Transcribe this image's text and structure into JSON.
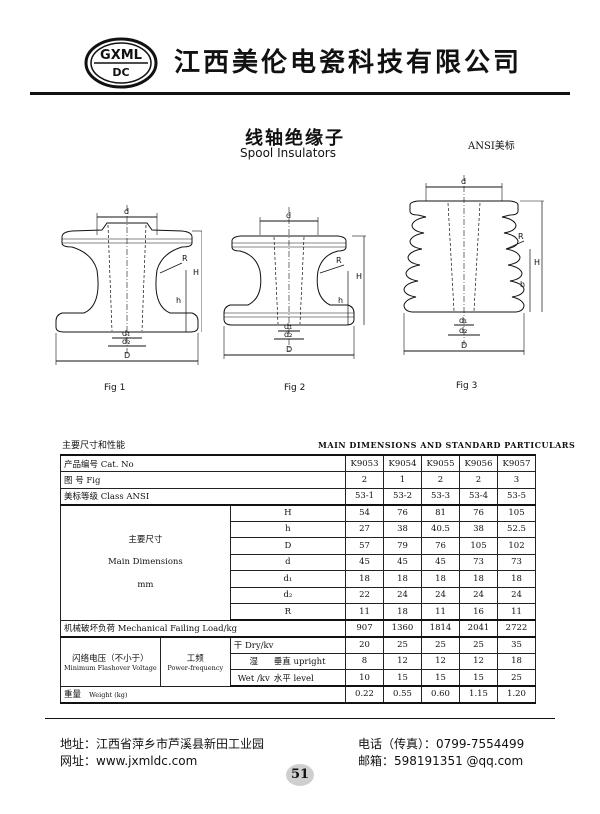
{
  "header": {
    "logo_top": "GXML",
    "logo_bottom": "DC",
    "company_name": "江西美伦电瓷科技有限公司"
  },
  "title": {
    "cn": "线轴绝缘子",
    "en": "Spool Insulators",
    "standard": "ANSI美标"
  },
  "figures": [
    {
      "label": "Fig 1",
      "dims": {
        "d": "d",
        "H": "H",
        "h": "h",
        "R": "R",
        "d1": "d₁",
        "d2": "d₂",
        "D": "D"
      }
    },
    {
      "label": "Fig 2",
      "dims": {
        "d": "d",
        "H": "H",
        "h": "h",
        "R": "R",
        "d1": "d₁",
        "d2": "d₂",
        "D": "D"
      }
    },
    {
      "label": "Fig 3",
      "dims": {
        "d": "d",
        "H": "H",
        "h": "h",
        "R": "R",
        "d1": "d₁",
        "d2": "d₂",
        "D": "D"
      }
    }
  ],
  "table": {
    "caption_cn": "主要尺寸和性能",
    "caption_en": "MAIN DIMENSIONS AND STANDARD PARTICULARS",
    "catno_label": "产品编号  Cat. No",
    "fig_label": "图      号  Fig",
    "class_label": "美标等级   Class ANSI",
    "cat_nos": [
      "K9053",
      "K9054",
      "K9055",
      "K9056",
      "K9057"
    ],
    "figs": [
      "2",
      "1",
      "2",
      "2",
      "3"
    ],
    "classes": [
      "53-1",
      "53-2",
      "53-3",
      "53-4",
      "53-5"
    ],
    "main_dims_cn": "主要尺寸",
    "main_dims_en": "Main Dimensions",
    "main_dims_unit": "mm",
    "dims": [
      {
        "sym": "H",
        "values": [
          "54",
          "76",
          "81",
          "76",
          "105"
        ]
      },
      {
        "sym": "h",
        "values": [
          "27",
          "38",
          "40.5",
          "38",
          "52.5"
        ]
      },
      {
        "sym": "D",
        "values": [
          "57",
          "79",
          "76",
          "105",
          "102"
        ]
      },
      {
        "sym": "d",
        "values": [
          "45",
          "45",
          "45",
          "73",
          "73"
        ]
      },
      {
        "sym": "d₁",
        "values": [
          "18",
          "18",
          "18",
          "18",
          "18"
        ]
      },
      {
        "sym": "d₂",
        "values": [
          "22",
          "24",
          "24",
          "24",
          "24"
        ]
      },
      {
        "sym": "R",
        "values": [
          "11",
          "18",
          "11",
          "16",
          "11"
        ]
      }
    ],
    "failing_load_label": "机械破坏负荷 Mechanical Failing Load/kg",
    "failing_load": [
      "907",
      "1360",
      "1814",
      "2041",
      "2722"
    ],
    "flashover_cn": "闪络电压（不小于）",
    "flashover_en": "Minimum Flashover Voltage",
    "freq_cn": "工频",
    "freq_en": "Power-frequency",
    "dry_label": "干 Dry/kv",
    "dry": [
      "20",
      "25",
      "25",
      "25",
      "35"
    ],
    "wet_cn": "湿",
    "wet_en": "Wet /kv",
    "upright_label": "垂直 upright",
    "upright": [
      "8",
      "12",
      "12",
      "12",
      "18"
    ],
    "level_label": "水平 level",
    "level": [
      "10",
      "15",
      "15",
      "15",
      "25"
    ],
    "weight_cn": "重量",
    "weight_en": "Weight (kg)",
    "weight": [
      "0.22",
      "0.55",
      "0.60",
      "1.15",
      "1.20"
    ]
  },
  "footer": {
    "address": "地址：江西省萍乡市芦溪县新田工业园",
    "phone": "电话（传真）：0799-7554499",
    "website": "网址：www.jxmldc.com",
    "email": "邮箱：598191351 @qq.com",
    "page_number": "51"
  }
}
